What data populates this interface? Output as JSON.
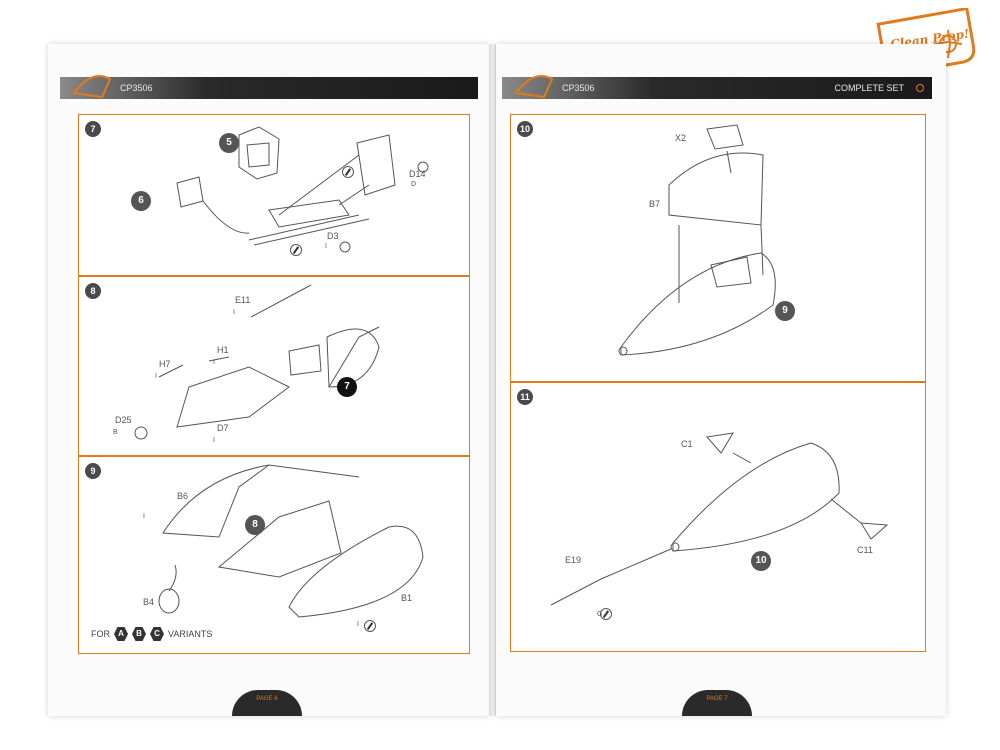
{
  "brand": {
    "logo_text": "Clean Prop!"
  },
  "left_page": {
    "code": "CP3506",
    "page_label": "PAGE 6",
    "steps": [
      {
        "number": "7",
        "sub": [
          "5",
          "6"
        ],
        "labels": [
          "D14",
          "D3",
          "I",
          "D"
        ]
      },
      {
        "number": "8",
        "sub": [
          "7"
        ],
        "labels": [
          "E11",
          "H7",
          "H1",
          "D25",
          "D7",
          "I",
          "I",
          "I",
          "B",
          "I"
        ]
      },
      {
        "number": "9",
        "sub": [
          "8"
        ],
        "labels": [
          "B6",
          "B4",
          "B1",
          "I",
          "I"
        ]
      }
    ],
    "variants": {
      "prefix": "FOR",
      "items": [
        "A",
        "B",
        "C"
      ],
      "suffix": "VARIANTS"
    }
  },
  "right_page": {
    "code": "CP3506",
    "set_name": "COMPLETE SET",
    "page_label": "PAGE 7",
    "steps": [
      {
        "number": "10",
        "sub": [
          "9"
        ],
        "labels": [
          "X2",
          "B7"
        ]
      },
      {
        "number": "11",
        "sub": [
          "10"
        ],
        "labels": [
          "C1",
          "C11",
          "E19",
          "G"
        ]
      }
    ]
  },
  "colors": {
    "accent": "#e07a1e",
    "header": "#1a1a1a",
    "badge": "#4a4a4a"
  }
}
